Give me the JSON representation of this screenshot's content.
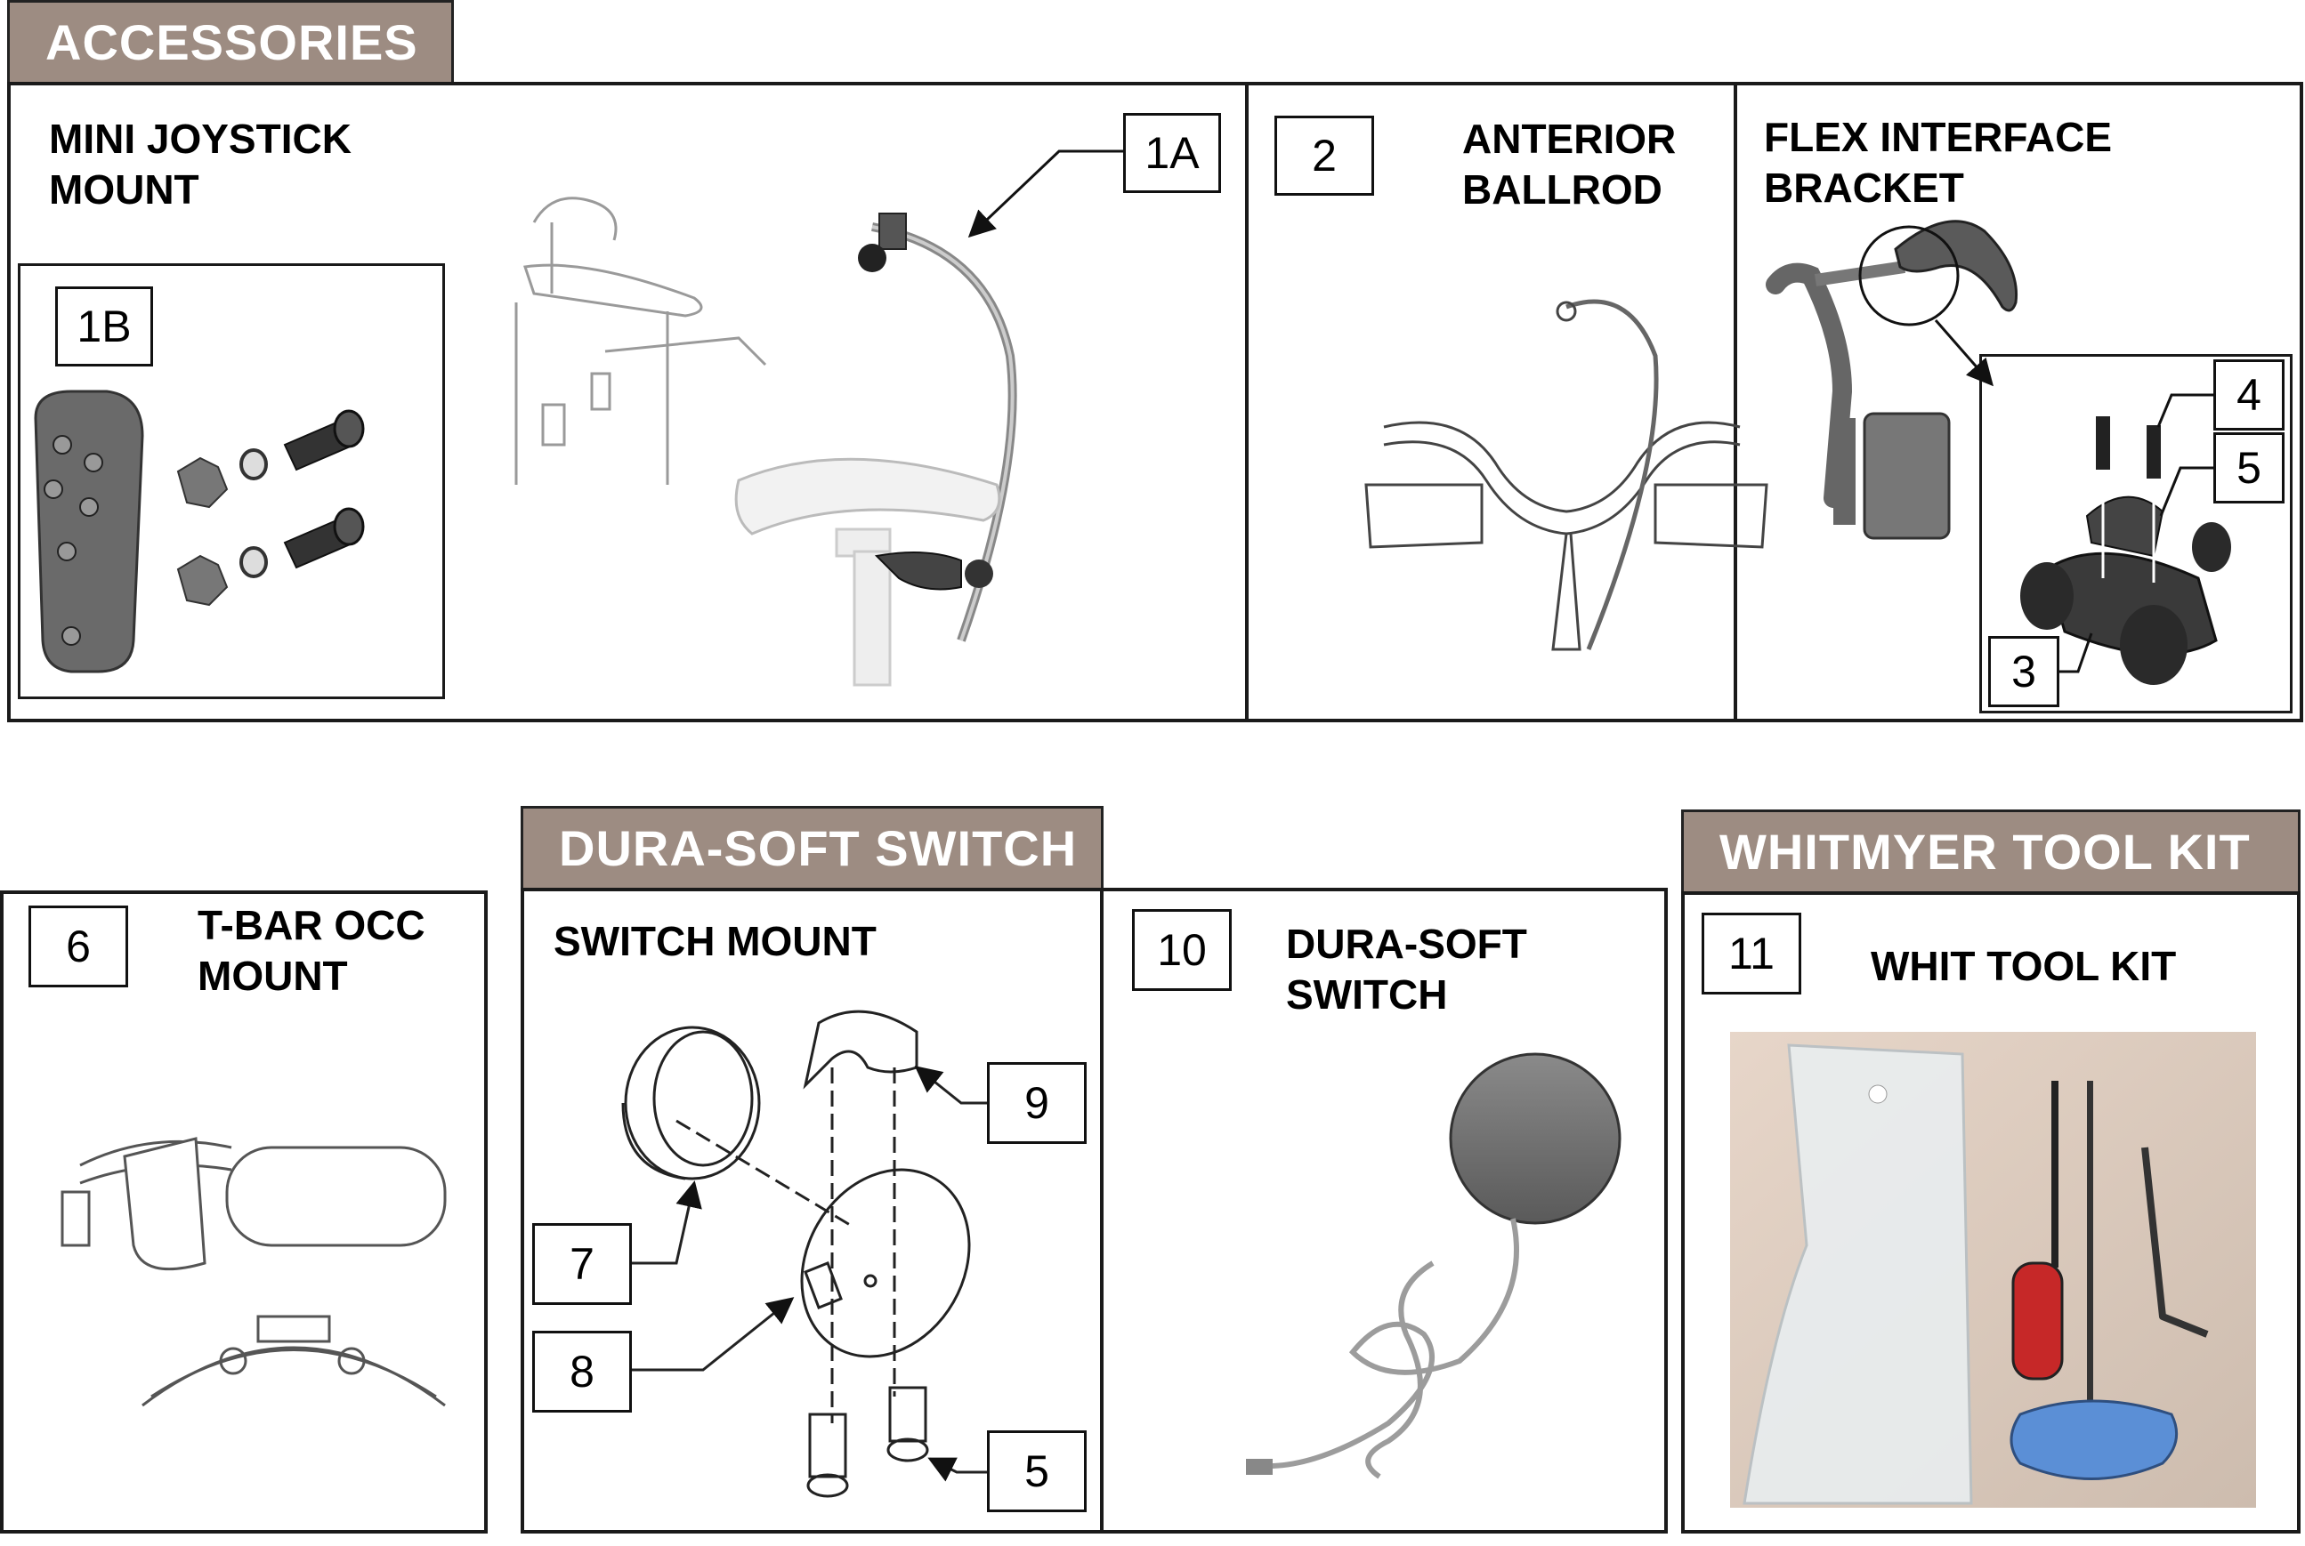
{
  "headers": {
    "accessories": "ACCESSORIES",
    "dura_soft_switch": "DURA-SOFT SWITCH",
    "whitmyer_tool_kit": "WHITMYER TOOL KIT"
  },
  "items": {
    "mini_joystick_mount": {
      "title": "MINI JOYSTICK\nMOUNT",
      "callouts": [
        "1A",
        "1B"
      ]
    },
    "anterior_ballrod": {
      "title": "ANTERIOR\nBALLROD",
      "callout": "2"
    },
    "flex_interface_bracket": {
      "title": "FLEX INTERFACE\nBRACKET",
      "callouts": [
        "3",
        "4",
        "5"
      ]
    },
    "tbar_occ_mount": {
      "title": "T-BAR OCC\nMOUNT",
      "callout": "6"
    },
    "switch_mount": {
      "title": "SWITCH MOUNT",
      "callouts": [
        "7",
        "8",
        "9",
        "5"
      ]
    },
    "dura_soft_switch": {
      "title": "DURA-SOFT\nSWITCH",
      "callout": "10"
    },
    "whit_tool_kit": {
      "title": "WHIT TOOL KIT",
      "callout": "11"
    }
  },
  "colors": {
    "header_bg": "#9d8c82",
    "part_dark": "#5f5f5f",
    "part_light": "#d9d9d9",
    "tool_red": "#c62828",
    "tool_blue": "#5b8fd6"
  }
}
